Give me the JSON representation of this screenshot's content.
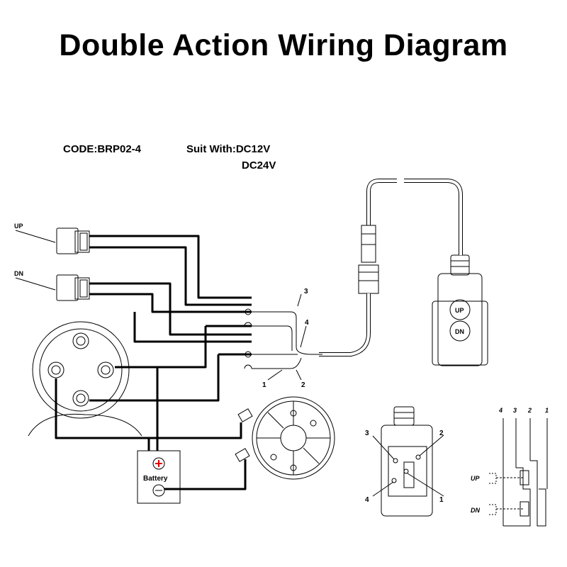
{
  "title": "Double Action Wiring Diagram",
  "code": "CODE:BRP02-4",
  "suit_label": "Suit With:DC12V",
  "suit_label_2": "DC24V",
  "labels": {
    "up": "UP",
    "dn": "DN",
    "battery": "Battery",
    "plus": "+",
    "wire_1": "1",
    "wire_2": "2",
    "wire_3": "3",
    "wire_4": "4",
    "btn_up": "UP",
    "btn_dn": "DN",
    "sw_3": "3",
    "sw_2": "2",
    "sw_4": "4",
    "sw_1": "1",
    "sch_4": "4",
    "sch_3": "3",
    "sch_2": "2",
    "sch_1": "1",
    "sch_up": "UP",
    "sch_dn": "DN"
  }
}
